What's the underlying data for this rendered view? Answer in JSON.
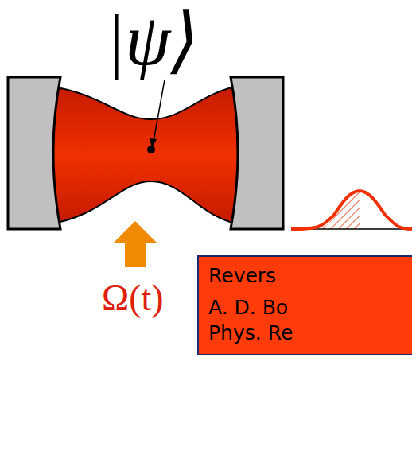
{
  "diagram": {
    "nodes": [
      {
        "text": [
          "Revers",
          "A. D. Bo",
          "Phys. Re"
        ]
      }
    ],
    "labels": [
      "|ψ⟩",
      "Ω(t)"
    ]
  }
}
